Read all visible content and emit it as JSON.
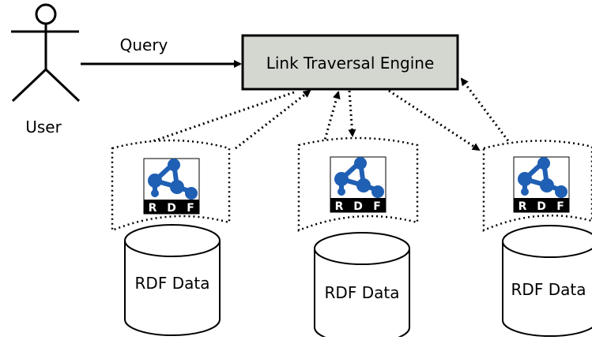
{
  "actor": {
    "label": "User"
  },
  "query": {
    "label": "Query"
  },
  "engine": {
    "label": "Link Traversal Engine",
    "fill": "#d3d7cf",
    "stroke": "#000000"
  },
  "rdf_logo": {
    "letters": [
      "R",
      "D",
      "F"
    ],
    "graph_color": "#1f5fb4",
    "band_color": "#000000"
  },
  "sources": [
    {
      "data_label": "RDF Data"
    },
    {
      "data_label": "RDF Data"
    },
    {
      "data_label": "RDF Data"
    }
  ]
}
